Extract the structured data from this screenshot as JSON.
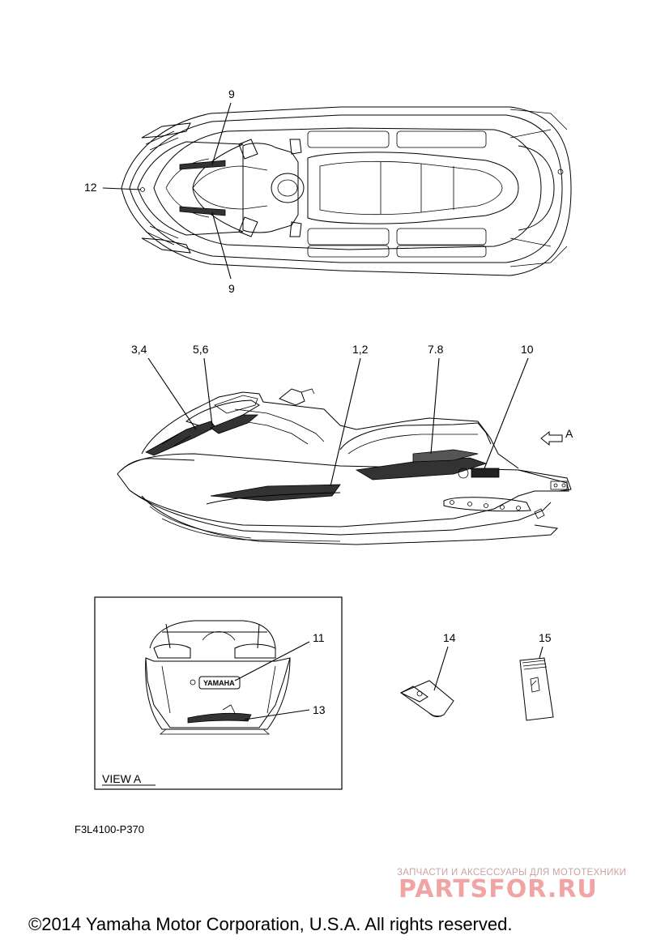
{
  "diagram": {
    "callouts": {
      "top_view": [
        "9",
        "12",
        "9"
      ],
      "side_view": [
        "3,4",
        "5,6",
        "1,2",
        "7.8",
        "10",
        "A"
      ],
      "view_a": [
        "11",
        "13"
      ],
      "loose_parts": [
        "14",
        "15"
      ]
    },
    "view_a_label": "VIEW A",
    "decal_text": "YAMAHA"
  },
  "footer": {
    "part_code": "F3L4100-P370",
    "watermark_tagline": "ЗАПЧАСТИ И АКСЕССУАРЫ ДЛЯ МОТОТЕХНИКИ",
    "watermark_logo": "PARTSFOR.RU",
    "copyright": "©2014 Yamaha Motor Corporation, U.S.A. All rights reserved."
  }
}
